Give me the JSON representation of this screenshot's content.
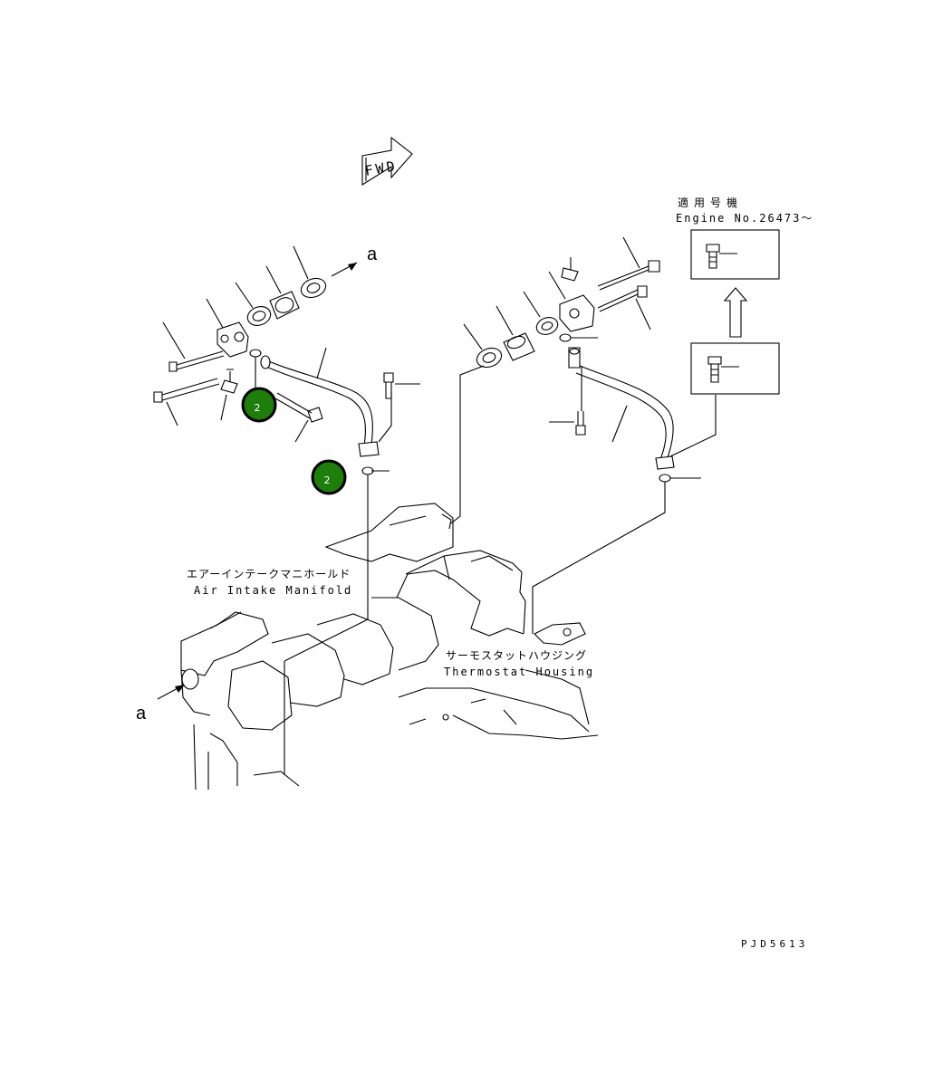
{
  "fwd_arrow_label": "FWD",
  "applicability_note": {
    "title_jp": "適用号機",
    "engine_no": "Engine No.26473～"
  },
  "labels": {
    "air_intake_jp": "エアーインテークマニホールド",
    "air_intake_en": "Air Intake Manifold",
    "thermostat_jp": "サーモスタットハウジング",
    "thermostat_en": "Thermostat Housing",
    "ref_a_top": "a",
    "ref_a_left": "a"
  },
  "callouts": [
    {
      "number": "2"
    },
    {
      "number": "2"
    }
  ],
  "drawing_code": "PJD5613"
}
